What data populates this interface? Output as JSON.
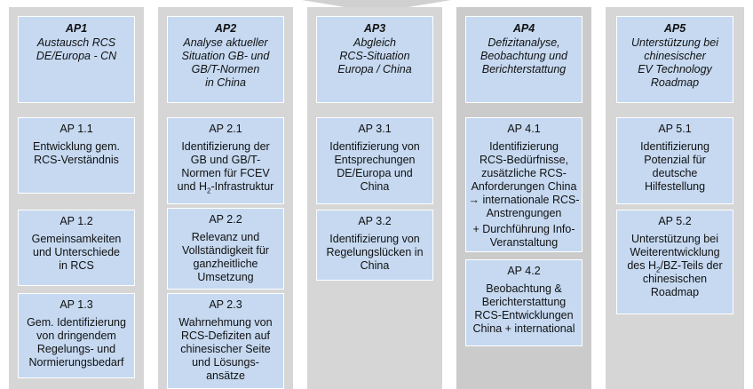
{
  "columns": [
    {
      "title": "AP1",
      "subtitle": "Austausch RCS\nDE/Europa - CN",
      "items": [
        {
          "number": "AP 1.1",
          "text": "Entwicklung gem.\nRCS-Verständnis"
        },
        {
          "number": "AP 1.2",
          "text": "Gemeinsamkeiten\nund Unterschiede\nin RCS"
        },
        {
          "number": "AP 1.3",
          "text": "Gem. Identifizierung\nvon dringendem\nRegelungs- und\nNormierungsbedarf"
        }
      ]
    },
    {
      "title": "AP2",
      "subtitle": "Analyse aktueller\nSituation GB- und\nGB/T-Normen\nin China",
      "items": [
        {
          "number": "AP 2.1",
          "text": "Identifizierung der\nGB und GB/T-\nNormen für FCEV",
          "text_line4_pre": "und H",
          "text_line4_sub": "2",
          "text_line4_post": "-Infrastruktur"
        },
        {
          "number": "AP 2.2",
          "text": "Relevanz und\nVollständigkeit für\nganzheitliche\nUmsetzung"
        },
        {
          "number": "AP 2.3",
          "text": "Wahrnehmung von\nRCS-Defiziten auf\nchinesischer Seite\nund Lösungs-\nansätze"
        }
      ]
    },
    {
      "title": "AP3",
      "subtitle": "Abgleich\nRCS-Situation\nEuropa / China",
      "items": [
        {
          "number": "AP 3.1",
          "text": "Identifizierung von\nEntsprechungen\nDE/Europa und\nChina"
        },
        {
          "number": "AP 3.2",
          "text": "Identifizierung von\nRegelungslücken in\nChina"
        }
      ]
    },
    {
      "title": "AP4",
      "subtitle": "Defizitanalyse,\nBeobachtung und\nBerichterstattung",
      "items": [
        {
          "number": "AP 4.1",
          "text": "Identifizierung\nRCS-Bedürfnisse,\nzusätzliche RCS-\nAnforderungen China\n→ internationale RCS-\nAnstrengungen",
          "text2": "+ Durchführung Info-\nVeranstaltung"
        },
        {
          "number": "AP 4.2",
          "text": "Beobachtung &\nBerichterstattung\nRCS-Entwicklungen\nChina + international"
        }
      ]
    },
    {
      "title": "AP5",
      "subtitle": "Unterstützung bei\nchinesischer\nEV Technology\nRoadmap",
      "items": [
        {
          "number": "AP 5.1",
          "text": "Identifizierung\nPotenzial für\ndeutsche\nHilfestellung"
        },
        {
          "number": "AP 5.2",
          "text": "Unterstützung bei\nWeiterentwicklung",
          "text_line3_pre": "des H",
          "text_line3_sub": "2",
          "text_line3_post": "/BZ-Teils der",
          "text_rest": "chinesischen\nRoadmap"
        }
      ]
    }
  ]
}
